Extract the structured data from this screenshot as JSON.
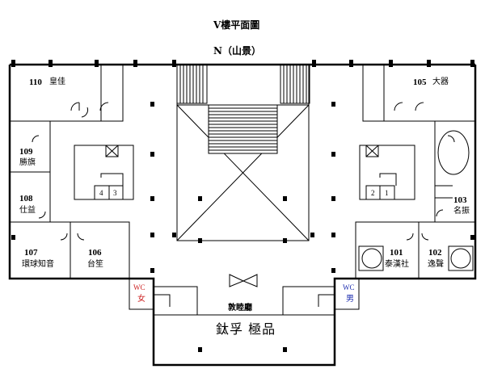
{
  "title": "V樓平面圖",
  "north_label": "N（山景）",
  "rooms": [
    {
      "id": "r110",
      "number": "110",
      "name": "皇佳"
    },
    {
      "id": "r105",
      "number": "105",
      "name": "大器"
    },
    {
      "id": "r109",
      "number": "109",
      "name": "勝旗"
    },
    {
      "id": "r108",
      "number": "108",
      "name": "仕益"
    },
    {
      "id": "r103",
      "number": "103",
      "name": "名振"
    },
    {
      "id": "r107",
      "number": "107",
      "name": "環球知音"
    },
    {
      "id": "r106",
      "number": "106",
      "name": "台笙"
    },
    {
      "id": "r101",
      "number": "101",
      "name": "泰漢社"
    },
    {
      "id": "r102",
      "number": "102",
      "name": "逸聲"
    }
  ],
  "elevators": {
    "west": [
      "4",
      "3"
    ],
    "east": [
      "2",
      "1"
    ]
  },
  "restrooms": {
    "female": {
      "code": "WC",
      "label": "女"
    },
    "male": {
      "code": "WC",
      "label": "男"
    }
  },
  "lobby_name": "敦睦廳",
  "lobby_sign": "鈦孚 極品",
  "colors": {
    "line": "#000000",
    "wc_female": "#cc1f1f",
    "wc_male": "#1f2fb0"
  }
}
